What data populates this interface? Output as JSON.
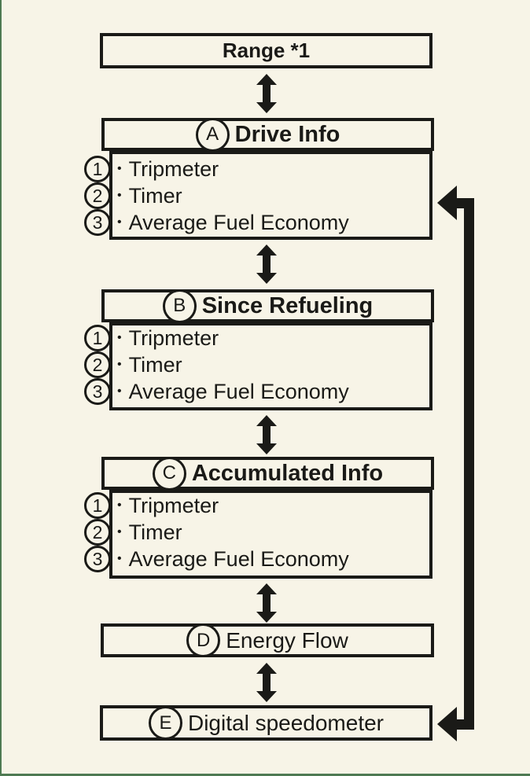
{
  "page": {
    "background": "#f7f4e7",
    "ink": "#1a1a17",
    "edge_color": "#4e7a52"
  },
  "flow": {
    "bullet": "•",
    "range": {
      "label": "Range *1"
    },
    "drive_info": {
      "letter": "A",
      "title": "Drive Info",
      "items": [
        {
          "num": "1",
          "label": "Tripmeter"
        },
        {
          "num": "2",
          "label": "Timer"
        },
        {
          "num": "3",
          "label": "Average Fuel Economy"
        }
      ]
    },
    "since_refueling": {
      "letter": "B",
      "title": "Since Refueling",
      "items": [
        {
          "num": "1",
          "label": "Tripmeter"
        },
        {
          "num": "2",
          "label": "Timer"
        },
        {
          "num": "3",
          "label": "Average Fuel Economy"
        }
      ]
    },
    "accumulated_info": {
      "letter": "C",
      "title": "Accumulated Info",
      "items": [
        {
          "num": "1",
          "label": "Tripmeter"
        },
        {
          "num": "2",
          "label": "Timer"
        },
        {
          "num": "3",
          "label": "Average Fuel Economy"
        }
      ]
    },
    "energy_flow": {
      "letter": "D",
      "title": "Energy Flow"
    },
    "digital_speedometer": {
      "letter": "E",
      "title": "Digital speedometer"
    }
  }
}
